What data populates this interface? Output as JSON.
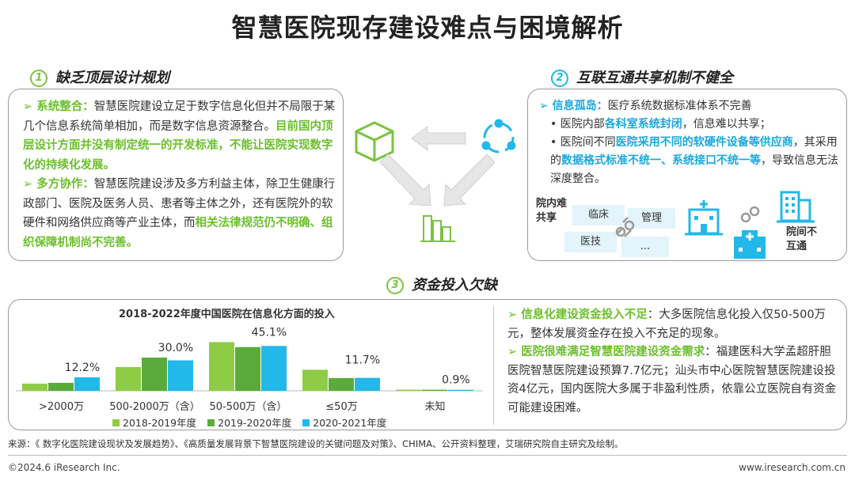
{
  "title": "智慧医院现存建设难点与困境解析",
  "section1": {
    "num": "1",
    "heading": "缺乏顶层设计规划",
    "p1_label": "系统整合：",
    "p1_text": "智慧医院建设立足于数字信息化但并不局限于某几个信息系统简单相加，而是数字信息资源整合。",
    "p1_highlight": "目前国内顶层设计方面并没有制定统一的开发标准，不能让医院实现数字化的持续化发展。",
    "p2_label": "多方协作：",
    "p2_text": "智慧医院建设涉及多方利益主体，除卫生健康行政部门、医院及医务人员、患者等主体之外，还有医院外的软硬件和网络供应商等产业主体，而",
    "p2_highlight": "相关法律规范仍不明确、组织保障机制尚不完善。"
  },
  "section2": {
    "num": "2",
    "heading": "互联互通共享机制不健全",
    "label": "信息孤岛：",
    "label_text": "医疗系统数据标准体系不完善",
    "b1_a": "医院内部",
    "b1_h": "各科室系统封闭",
    "b1_b": "，信息难以共享；",
    "b2_a": "医院间不同",
    "b2_h1": "医院采用不同的软硬件设备等供应商",
    "b2_b": "，其采用的",
    "b2_h2": "数据格式标准不统一、系统接口不统一等",
    "b2_c": "，导致信息无法深度整合。",
    "inner_label": "院内难共享",
    "inter_label": "院间不互通",
    "chips": [
      "临床",
      "管理",
      "医技",
      "..."
    ]
  },
  "section3": {
    "num": "3",
    "heading": "资金投入欠缺",
    "r1_label": "信息化建设资金投入不足",
    "r1_text": "：大多医院信息化投入仅50-500万元，整体发展资金存在投入不充足的现象。",
    "r2_label": "医院很难满足智慧医院建设资金需求",
    "r2_text": "：福建医科大学孟超肝胆医院智慧医院建设预算7.7亿元；汕头市中心医院智慧医院建设投资4亿元，国内医院大多属于非盈利性质，依靠公立医院自有资金可能建设困难。"
  },
  "chart_data": {
    "type": "bar",
    "title": "2018-2022年度中国医院在信息化方面的投入",
    "categories": [
      ">2000万",
      "500-2000万（含）",
      "50-500万（含）",
      "≤50万",
      "未知"
    ],
    "series": [
      {
        "name": "2018-2019年度",
        "values": [
          6.5,
          21.5,
          44.0,
          19.0,
          1.0
        ]
      },
      {
        "name": "2019-2020年度",
        "values": [
          7.2,
          30.0,
          39.5,
          11.5,
          1.0
        ]
      },
      {
        "name": "2020-2021年度",
        "values": [
          12.2,
          27.5,
          40.5,
          11.7,
          0.9
        ]
      }
    ],
    "data_labels": [
      "12.2%",
      "30.0%",
      "45.1%",
      "11.7%",
      "0.9%"
    ],
    "ylim": [
      0,
      50
    ],
    "grid": false,
    "legend": "bottom",
    "colors": {
      "s1": "#8fcc45",
      "s2": "#5aab3a",
      "s3": "#22b8ea"
    }
  },
  "footer": {
    "source": "来源：《 数字化医院建设现状及发展趋势》、《高质量发展背景下智慧医院建设的关键问题及对策》、CHIMA、公开资料整理，艾瑞研究院自主研究及绘制。",
    "copyright": "©2024.6 iResearch Inc.",
    "url": "www.iresearch.com.cn"
  }
}
